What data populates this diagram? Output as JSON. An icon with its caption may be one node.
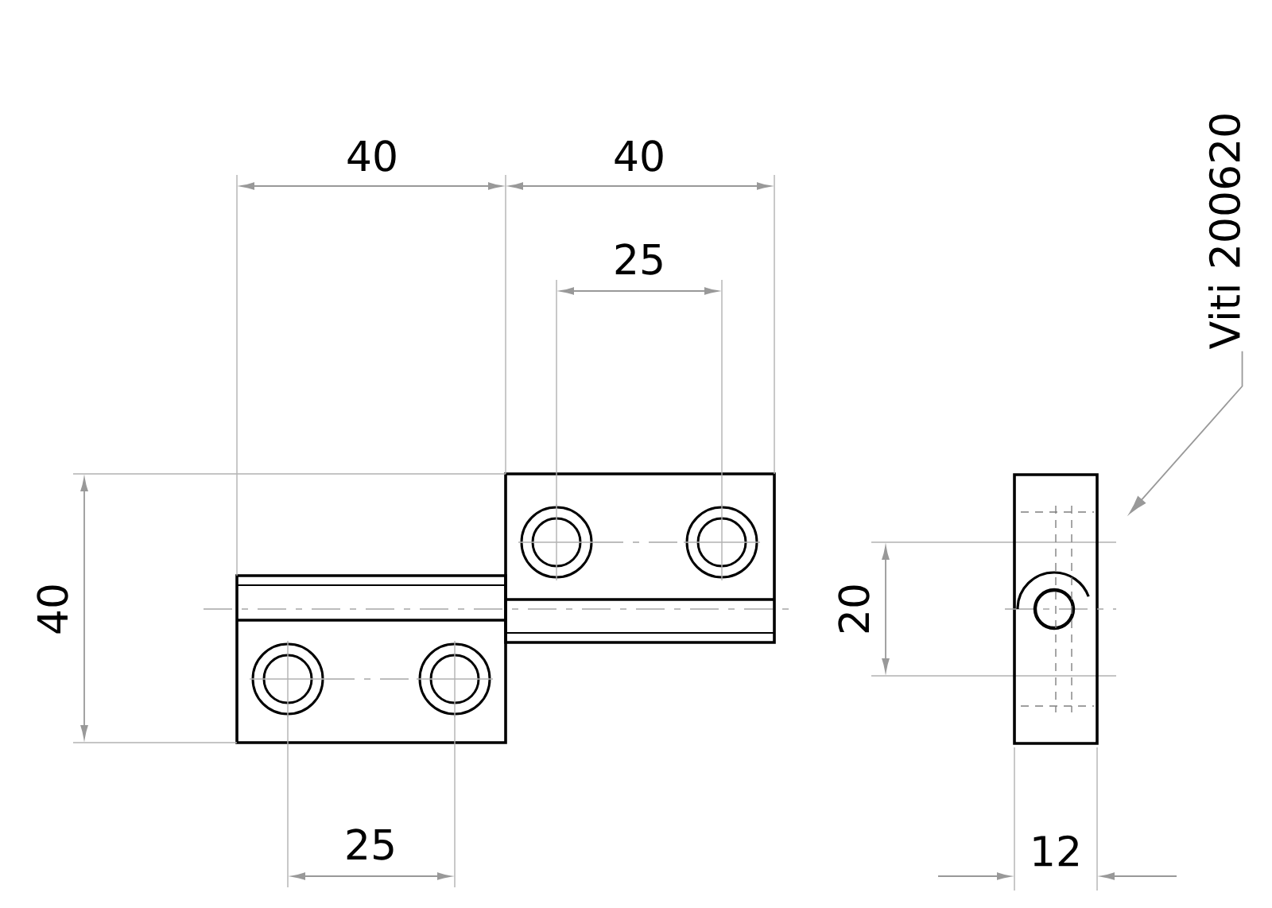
{
  "diagram": {
    "nodes": [
      {
        "text": [
          "Viti 200620"
        ]
      },
      {
        "text": [],
        "shape": "box"
      }
    ],
    "edges": [
      {
        "from": 0,
        "to": 1,
        "arrow": "to"
      }
    ],
    "labels": [
      "40",
      "40",
      "25",
      "40",
      "20",
      "25",
      "12"
    ]
  }
}
